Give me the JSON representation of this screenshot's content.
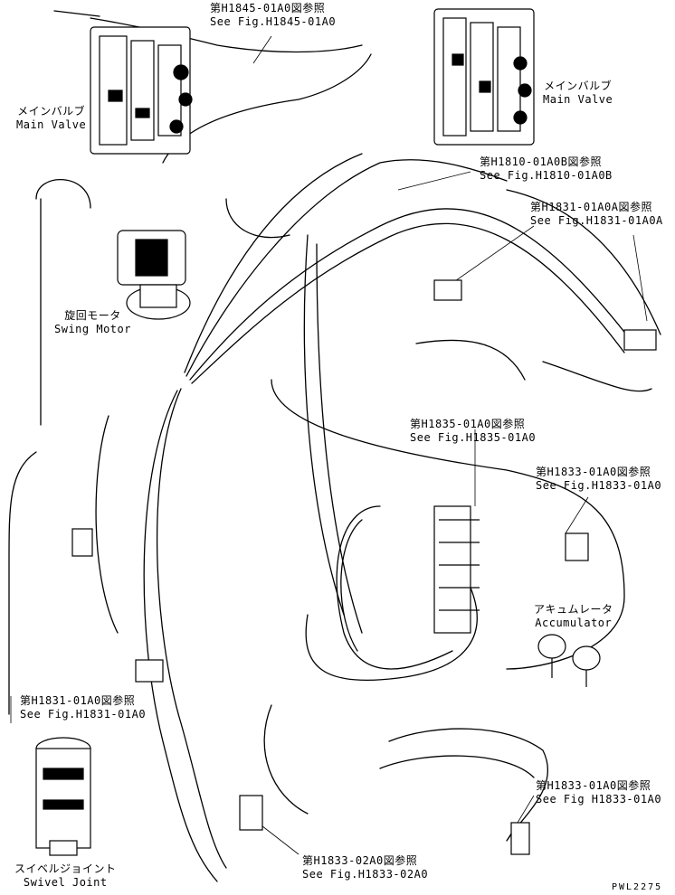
{
  "references": [
    {
      "jp": "第H1845-01A0図参照",
      "en": "See Fig.H1845-01A0"
    },
    {
      "jp": "第H1810-01A0B図参照",
      "en": "See Fig.H1810-01A0B"
    },
    {
      "jp": "第H1831-01A0A図参照",
      "en": "See Fig.H1831-01A0A"
    },
    {
      "jp": "第H1835-01A0図参照",
      "en": "See Fig.H1835-01A0"
    },
    {
      "jp": "第H1833-01A0図参照",
      "en": "See Fig.H1833-01A0"
    },
    {
      "jp": "第H1831-01A0図参照",
      "en": "See Fig.H1831-01A0"
    },
    {
      "jp": "第H1833-01A0図参照",
      "en": "See Fig H1833-01A0"
    },
    {
      "jp": "第H1833-02A0図参照",
      "en": "See Fig.H1833-02A0"
    }
  ],
  "components": [
    {
      "jp": "メインバルブ",
      "en": "Main Valve"
    },
    {
      "jp": "メインバルブ",
      "en": "Main Valve"
    },
    {
      "jp": "旋回モータ",
      "en": "Swing Motor"
    },
    {
      "jp": "アキュムレータ",
      "en": "Accumulator"
    },
    {
      "jp": "スイベルジョイント",
      "en": "Swivel Joint"
    }
  ],
  "drawing_code": "PWL2275"
}
